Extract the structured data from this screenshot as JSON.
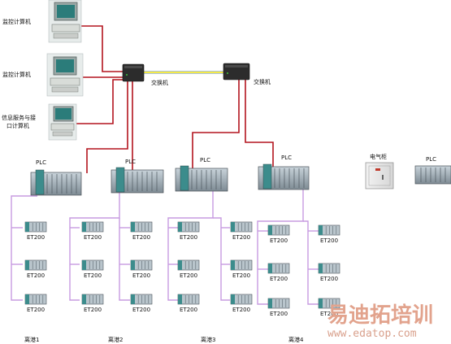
{
  "labels": {
    "monitor_pc": "监控计算机",
    "info_pc_line1": "信息服务与接",
    "info_pc_line2": "口计算机",
    "switch": "交换机",
    "plc": "PLC",
    "cabinet": "电气柜",
    "io": "ET200"
  },
  "pools": [
    "离港1",
    "离港2",
    "离港3",
    "离港4"
  ],
  "watermark": {
    "text": "易迪拓培训",
    "url": "www.edatop.com"
  },
  "colors": {
    "ethernet": "#b3141e",
    "fiber": "#f3e84a",
    "profibus": "#c79be0"
  }
}
